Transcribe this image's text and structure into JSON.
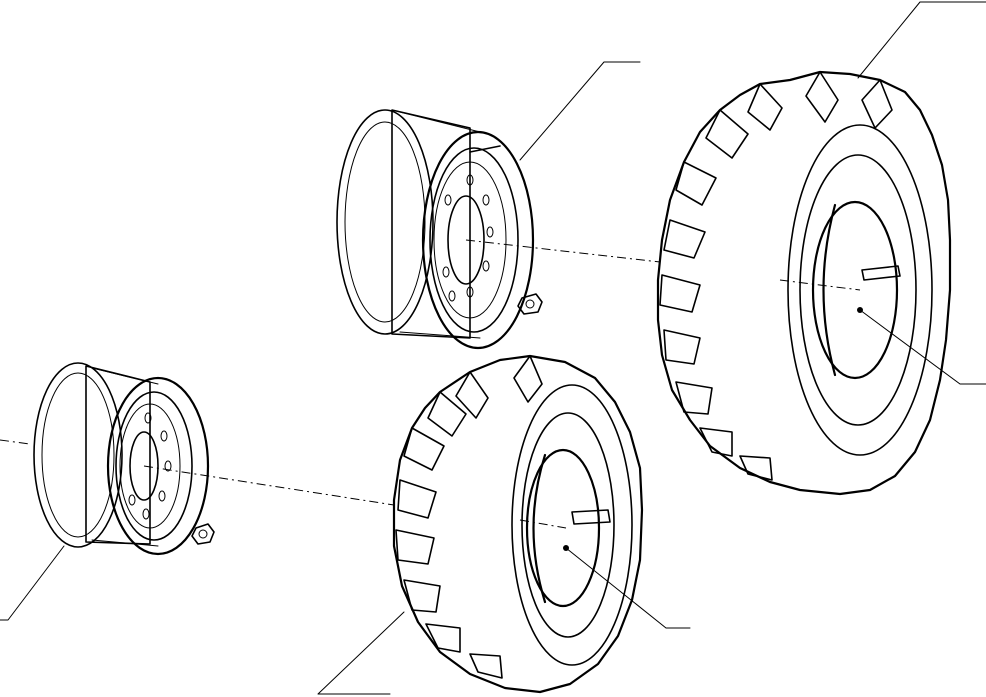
{
  "diagram": {
    "kind": "exploded wheel and tyre assembly line drawing",
    "colors": {
      "ink": "#000000",
      "paper": "#ffffff",
      "speckle": "#000000"
    },
    "parts": [
      {
        "id": "front-rim",
        "label_text": ""
      },
      {
        "id": "front-tyre",
        "label_text": ""
      },
      {
        "id": "rear-rim",
        "label_text": ""
      },
      {
        "id": "rear-tyre",
        "label_text": ""
      },
      {
        "id": "valve",
        "label_text": ""
      },
      {
        "id": "wheel-nut",
        "label_text": ""
      }
    ]
  }
}
